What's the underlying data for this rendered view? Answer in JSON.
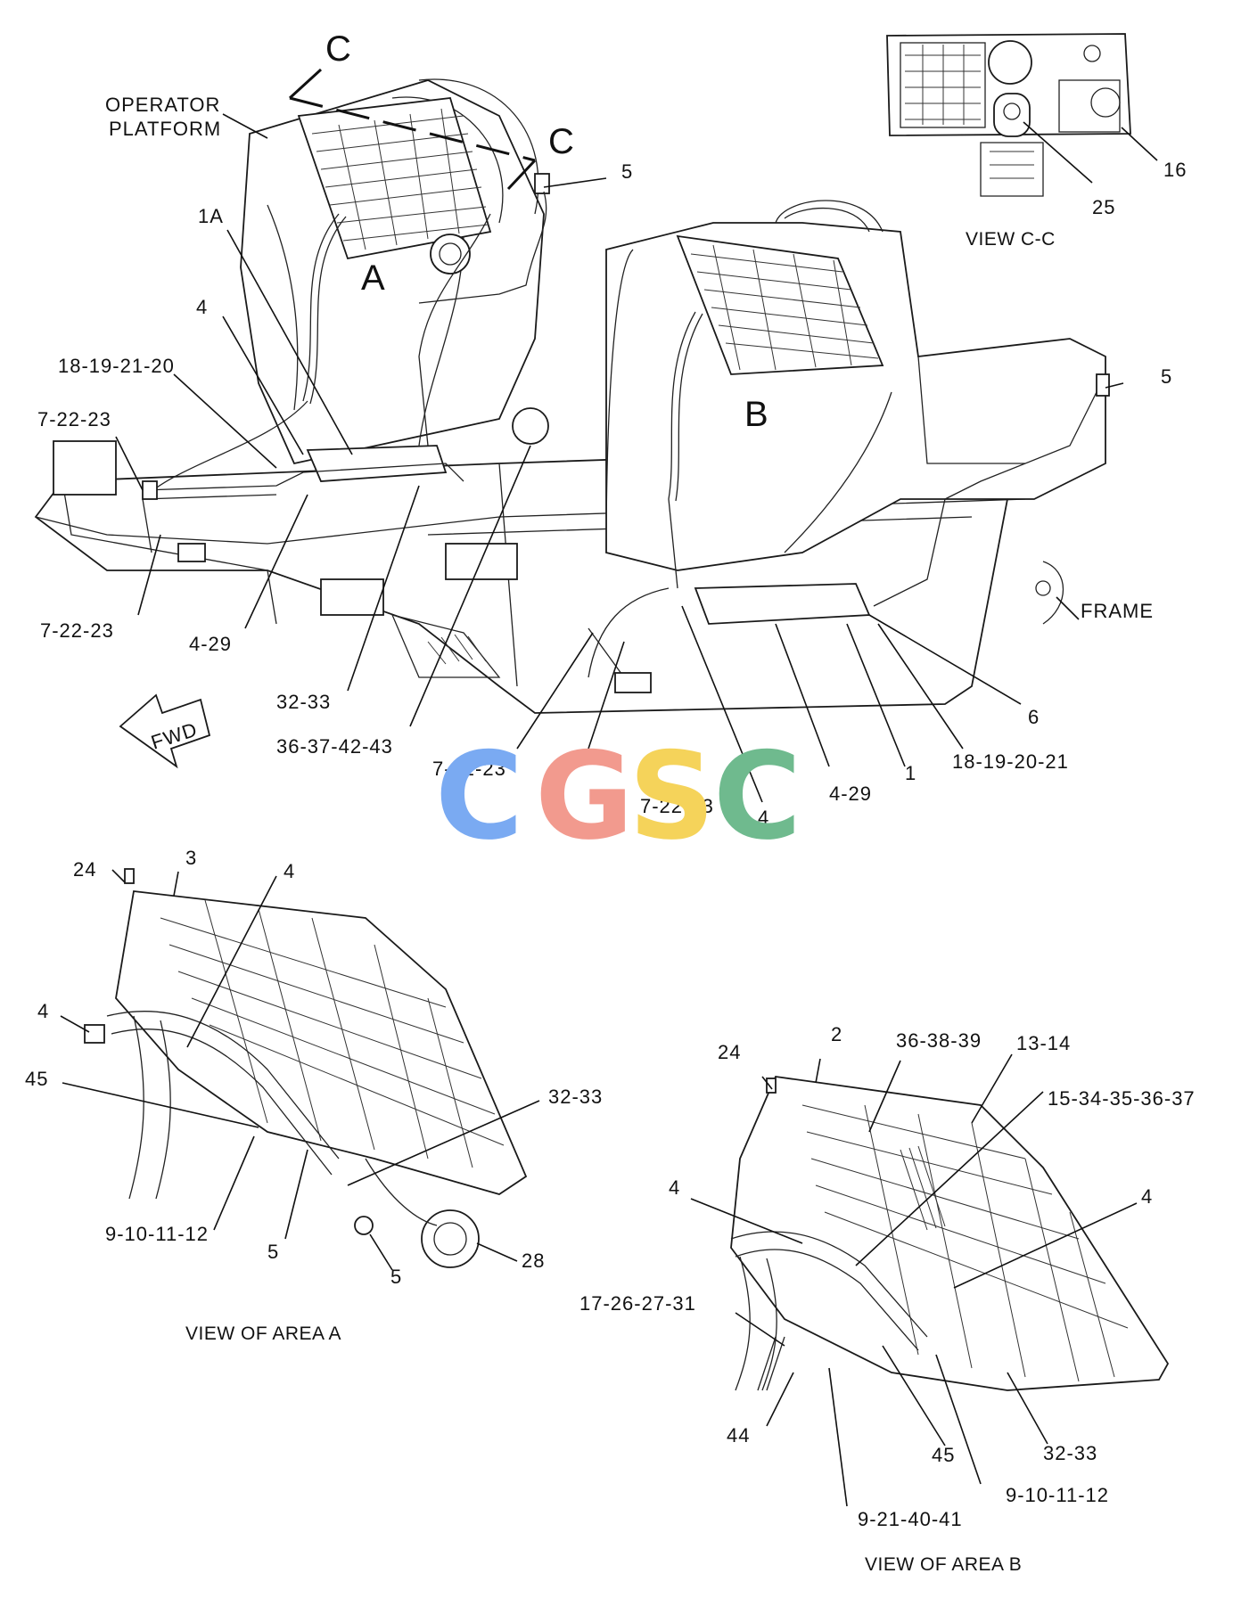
{
  "labels": {
    "c_top": "C",
    "c_right": "C",
    "operator_platform": [
      "OPERATOR",
      "PLATFORM"
    ],
    "area_a": "A",
    "area_b": "B",
    "frame": "FRAME",
    "fwd": "FWD",
    "view_cc": "VIEW C-C",
    "view_area_a": "VIEW OF AREA A",
    "view_area_b": "VIEW OF AREA B"
  },
  "callouts_main": {
    "c5_top": "5",
    "c1a": "1A",
    "c4_left": "4",
    "c18_19_21_20": "18-19-21-20",
    "c7_22_23_a": "7-22-23",
    "c7_22_23_b": "7-22-23",
    "c4_29_left": "4-29",
    "c32_33": "32-33",
    "c36_37_42_43": "36-37-42-43",
    "c5_right": "5",
    "c6": "6",
    "c18_19_20_21": "18-19-20-21",
    "c1": "1",
    "c4_29_right": "4-29",
    "c4_center": "4",
    "c7_22_23_c": "7-22-23",
    "c7_22_23_d": "7-22-23"
  },
  "callouts_view_cc": {
    "c16": "16",
    "c25": "25"
  },
  "callouts_view_a": {
    "c24": "24",
    "c3": "3",
    "c4_top": "4",
    "c4_left": "4",
    "c45": "45",
    "c32_33": "32-33",
    "c9_10_11_12": "9-10-11-12",
    "c5_a": "5",
    "c5_b": "5",
    "c28": "28"
  },
  "callouts_view_b": {
    "c24": "24",
    "c2": "2",
    "c36_38_39": "36-38-39",
    "c13_14": "13-14",
    "c15_34_35_36_37": "15-34-35-36-37",
    "c4_left": "4",
    "c4_right": "4",
    "c17_26_27_31": "17-26-27-31",
    "c44": "44",
    "c45": "45",
    "c32_33": "32-33",
    "c9_10_11_12": "9-10-11-12",
    "c9_21_40_41": "9-21-40-41"
  },
  "watermark": {
    "letters": [
      "C",
      "G",
      "S",
      "C"
    ],
    "colors": [
      "#7aaaf2",
      "#f29a8e",
      "#f5d35a",
      "#6fba8e"
    ]
  }
}
